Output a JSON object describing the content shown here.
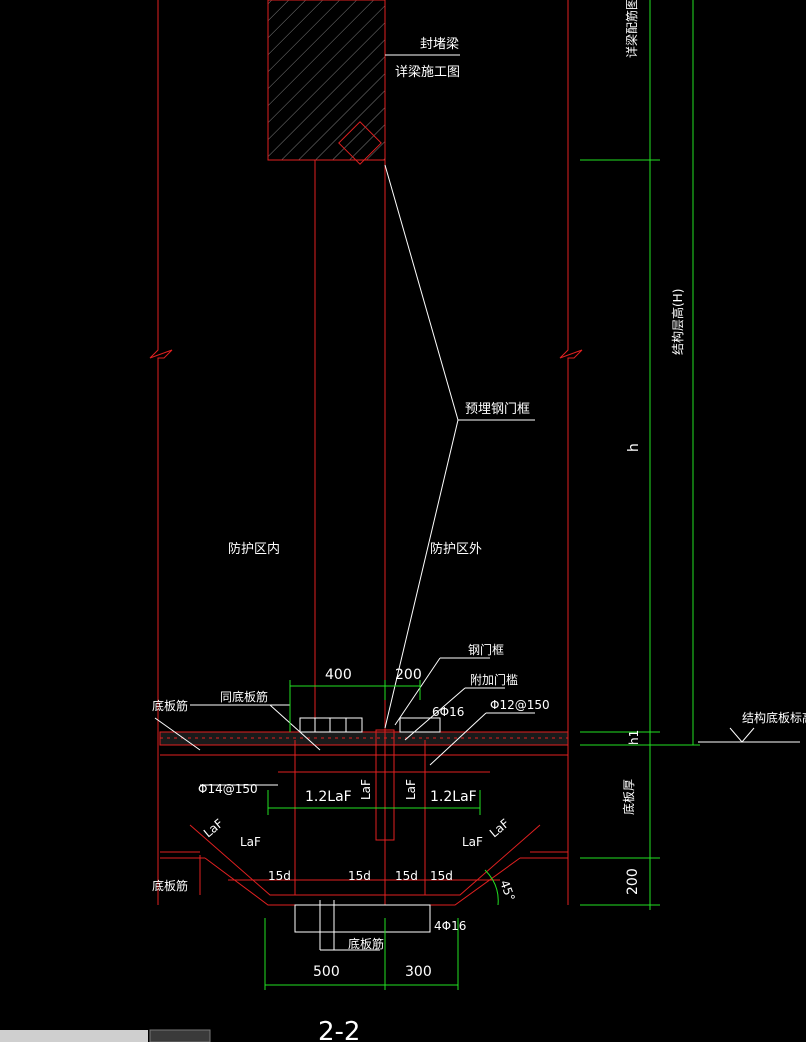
{
  "labels": {
    "sealing_beam": "封堵梁",
    "sealing_beam_ref": "详梁施工图",
    "embedded_frame": "预埋钢门框",
    "zone_inside": "防护区内",
    "zone_outside": "防护区外",
    "steel_frame": "钢门框",
    "extra_door_bar": "附加门槛",
    "bottom_slab_bar_left": "底板筋",
    "bottom_slab_bar_left2": "底板筋",
    "bottom_slab_bar_bottom": "底板筋",
    "same_slab_bar": "同底板筋",
    "slab_thickness": "底板厚",
    "beam_detail_ref": "详梁配筋图",
    "structure_height": "结构层高(H)",
    "slab_elevation": "结构底板标高",
    "h_label": "h",
    "h1_label": "h1"
  },
  "rebar": {
    "top_bars": "6Φ16",
    "bars_12": "Φ12@150",
    "bars_14": "Φ14@150",
    "bottom_bars": "4Φ16"
  },
  "dims": {
    "d400": "400",
    "d200_top": "200",
    "d200_side": "200",
    "d500": "500",
    "d300": "300",
    "lap_left": "1.2LaF",
    "lap_right": "1.2LaF",
    "laf_v1": "LaF",
    "laf_v2": "LaF",
    "laf_l1": "LaF",
    "laf_l2": "LaF",
    "laf_r1": "LaF",
    "laf_r2": "LaF",
    "d15_1": "15d",
    "d15_2": "15d",
    "d15_3": "15d",
    "d15_4": "15d",
    "angle": "45°"
  },
  "section_title": "2-2",
  "colors": {
    "background": "#000000",
    "outline": "#e02020",
    "dimension": "#22e022",
    "text": "#ffffff"
  }
}
